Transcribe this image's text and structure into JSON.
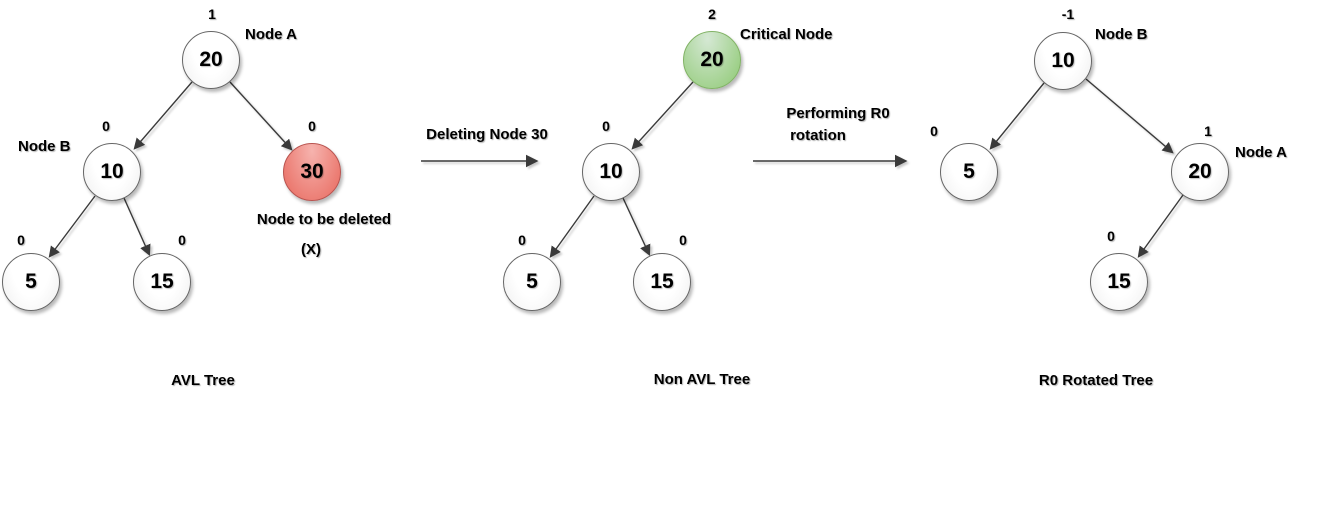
{
  "colors": {
    "background": "#ffffff",
    "edge": "#3a3a3a",
    "node_border": "#666666",
    "red_fill_light": "#f6b3ae",
    "red_fill_dark": "#e8695e",
    "red_border": "#b85450",
    "green_fill_light": "#d5e8d4",
    "green_fill_dark": "#8ec973",
    "green_border": "#82b366"
  },
  "trees": [
    {
      "caption": "AVL Tree",
      "nodes": [
        {
          "value": "20",
          "bf": "1",
          "label": "Node A"
        },
        {
          "value": "10",
          "bf": "0",
          "label": "Node B"
        },
        {
          "value": "30",
          "bf": "0",
          "status": "node-to-be-deleted",
          "note_line1": "Node to be deleted",
          "note_line2": "(X)"
        },
        {
          "value": "5",
          "bf": "0"
        },
        {
          "value": "15",
          "bf": "0"
        }
      ]
    },
    {
      "caption": "Non AVL Tree",
      "nodes": [
        {
          "value": "20",
          "bf": "2",
          "label": "Critical Node",
          "status": "critical-node"
        },
        {
          "value": "10",
          "bf": "0"
        },
        {
          "value": "5",
          "bf": "0"
        },
        {
          "value": "15",
          "bf": "0"
        }
      ]
    },
    {
      "caption": "R0 Rotated Tree",
      "nodes": [
        {
          "value": "10",
          "bf": "-1",
          "label": "Node B"
        },
        {
          "value": "5",
          "bf": "0"
        },
        {
          "value": "20",
          "bf": "1",
          "label": "Node A"
        },
        {
          "value": "15",
          "bf": "0"
        }
      ]
    }
  ],
  "transitions": [
    {
      "label": "Deleting Node 30"
    },
    {
      "label_line1": "Performing R0",
      "label_line2": "rotation"
    }
  ]
}
